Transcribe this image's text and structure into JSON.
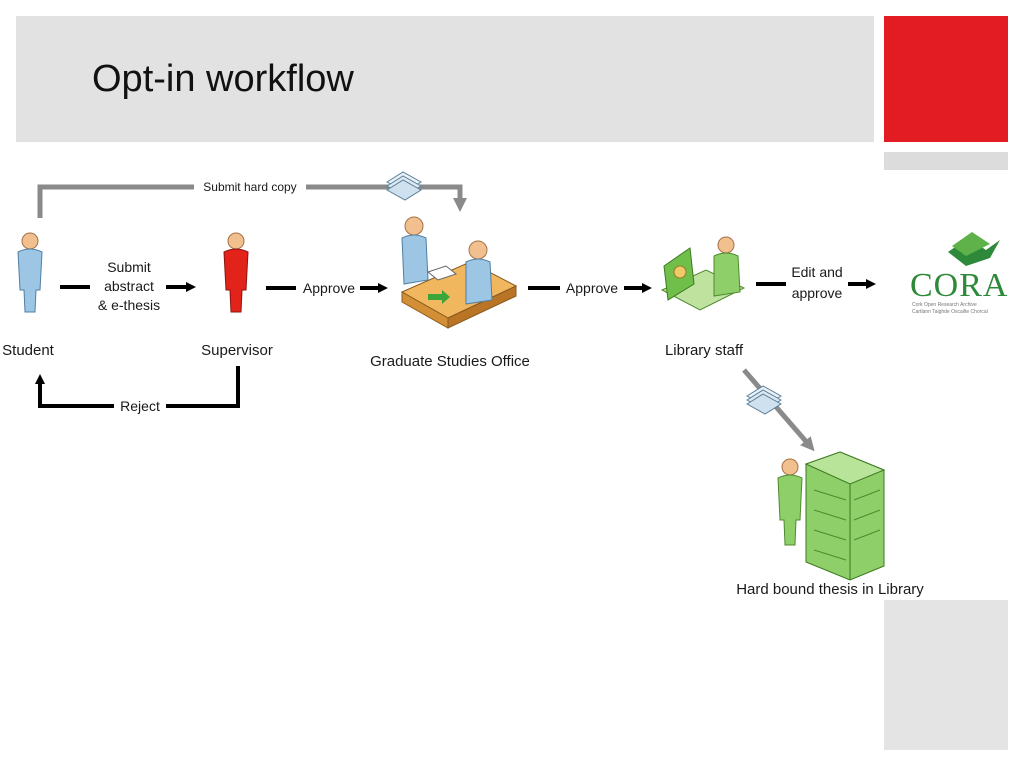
{
  "title": "Opt-in workflow",
  "nodes": {
    "student": "Student",
    "supervisor": "Supervisor",
    "graduate_office": "Graduate Studies Office",
    "library_staff": "Library staff",
    "hard_bound": "Hard bound thesis in Library"
  },
  "edges": {
    "submit_hard_copy": "Submit hard copy",
    "submit_line1": "Submit",
    "submit_line2": "abstract",
    "submit_line3": "& e-thesis",
    "approve_supervisor": "Approve",
    "approve_office": "Approve",
    "edit_line1": "Edit and",
    "edit_line2": "approve",
    "reject": "Reject"
  },
  "logo": {
    "name": "CORA",
    "subtitle1": "Cork Open Research Archive",
    "subtitle2": "Cartlann Taighde Oscailte Chorcaí"
  },
  "colors": {
    "accent_red": "#e31b23",
    "title_bar": "#e2e2e2",
    "cora_green": "#2e8a3a",
    "student_blue": "#9cc6e4",
    "supervisor_red": "#e2231a",
    "staff_green": "#8ecf6a",
    "hardcopy_arrow": "#8a8a8a"
  }
}
